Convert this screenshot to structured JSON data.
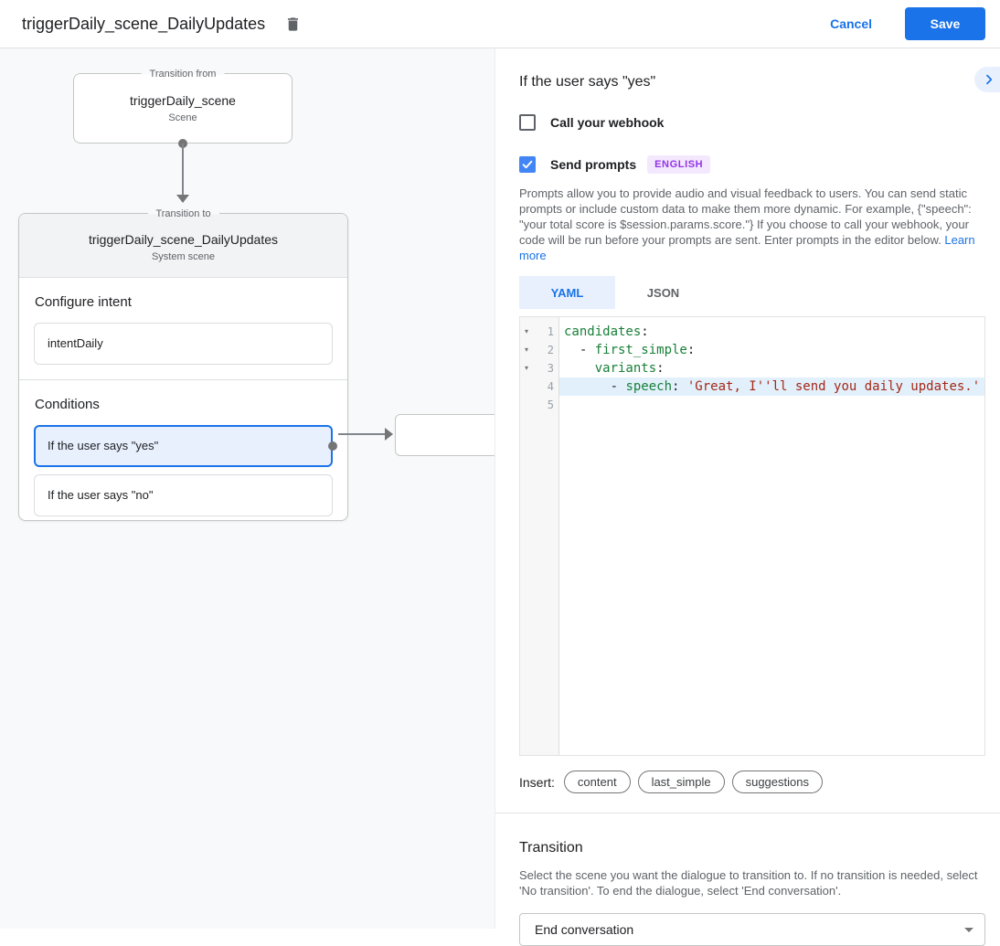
{
  "header": {
    "title": "triggerDaily_scene_DailyUpdates",
    "cancel_label": "Cancel",
    "save_label": "Save"
  },
  "colors": {
    "accent": "#1a73e8",
    "checkbox_checked": "#4285f4",
    "badge_bg": "#f3e8fd",
    "badge_text": "#9334e6",
    "code_key": "#188038",
    "code_string": "#a52714",
    "active_line_bg": "#e2f0fc",
    "selected_condition_bg": "#e8f0fe"
  },
  "diagram": {
    "from_card": {
      "legend": "Transition from",
      "title": "triggerDaily_scene",
      "subtitle": "Scene"
    },
    "to_card": {
      "legend": "Transition to",
      "title": "triggerDaily_scene_DailyUpdates",
      "subtitle": "System scene",
      "intent_heading": "Configure intent",
      "intent_value": "intentDaily",
      "conditions_heading": "Conditions",
      "conditions": [
        {
          "label": "If the user says \"yes\"",
          "selected": true
        },
        {
          "label": "If the user says \"no\"",
          "selected": false
        }
      ]
    }
  },
  "panel": {
    "heading": "If the user says \"yes\"",
    "webhook": {
      "label": "Call your webhook",
      "checked": false
    },
    "prompts": {
      "label": "Send prompts",
      "checked": true,
      "badge": "ENGLISH",
      "description": "Prompts allow you to provide audio and visual feedback to users. You can send static prompts or include custom data to make them more dynamic. For example, {\"speech\": \"your total score is $session.params.score.\"} If you choose to call your webhook, your code will be run before your prompts are sent. Enter prompts in the editor below. ",
      "learn_more": "Learn more"
    },
    "tabs": [
      {
        "label": "YAML",
        "active": true
      },
      {
        "label": "JSON",
        "active": false
      }
    ],
    "editor": {
      "lines": [
        {
          "num": "1",
          "fold": "▾",
          "segments": [
            {
              "text": "candidates",
              "type": "key"
            },
            {
              "text": ":",
              "type": "plain"
            }
          ]
        },
        {
          "num": "2",
          "fold": "▾",
          "segments": [
            {
              "text": "  - ",
              "type": "plain"
            },
            {
              "text": "first_simple",
              "type": "key"
            },
            {
              "text": ":",
              "type": "plain"
            }
          ]
        },
        {
          "num": "3",
          "fold": "▾",
          "segments": [
            {
              "text": "    ",
              "type": "plain"
            },
            {
              "text": "variants",
              "type": "key"
            },
            {
              "text": ":",
              "type": "plain"
            }
          ]
        },
        {
          "num": "4",
          "fold": "",
          "highlighted": true,
          "segments": [
            {
              "text": "      - ",
              "type": "plain"
            },
            {
              "text": "speech",
              "type": "key"
            },
            {
              "text": ": ",
              "type": "plain"
            },
            {
              "text": "'Great, I''ll send you daily updates.'",
              "type": "string"
            }
          ]
        },
        {
          "num": "5",
          "fold": "",
          "segments": []
        }
      ]
    },
    "insert": {
      "label": "Insert:",
      "chips": [
        "content",
        "last_simple",
        "suggestions"
      ]
    },
    "transition": {
      "heading": "Transition",
      "description": "Select the scene you want the dialogue to transition to. If no transition is needed, select 'No transition'. To end the dialogue, select 'End conversation'.",
      "selected_value": "End conversation"
    }
  }
}
